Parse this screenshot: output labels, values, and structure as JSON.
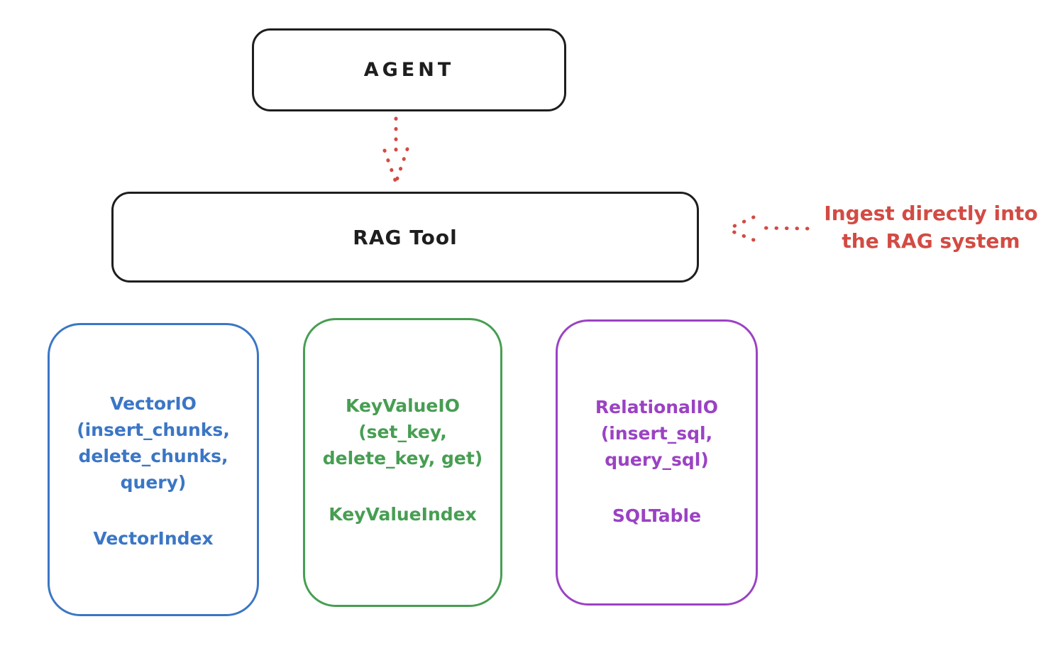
{
  "diagram": {
    "background": "#ffffff",
    "agent": {
      "label": "AGENT"
    },
    "rag_tool": {
      "label": "RAG Tool"
    },
    "annotation": {
      "line1": "Ingest directly into",
      "line2": "the RAG system"
    },
    "arrows": [
      {
        "name": "agent-to-rag-arrow",
        "style": "dotted",
        "direction": "down",
        "color": "#d24b43"
      },
      {
        "name": "ingest-arrow",
        "style": "dotted",
        "direction": "left",
        "color": "#d24b43"
      }
    ],
    "stores": [
      {
        "id": "vector-io",
        "color": "#3b76c5",
        "lines": [
          "VectorIO",
          "(insert_chunks,",
          "delete_chunks,",
          "query)"
        ],
        "index_label": "VectorIndex"
      },
      {
        "id": "keyvalue-io",
        "color": "#479e52",
        "lines": [
          "KeyValueIO",
          "(set_key,",
          "delete_key, get)"
        ],
        "index_label": "KeyValueIndex"
      },
      {
        "id": "relational-io",
        "color": "#9b42c3",
        "lines": [
          "RelationalIO",
          "(insert_sql,",
          "query_sql)"
        ],
        "index_label": "SQLTable"
      }
    ],
    "colors": {
      "ink": "#1e1e1e",
      "red": "#d24b43",
      "blue": "#3b76c5",
      "green": "#479e52",
      "purple": "#9b42c3"
    }
  }
}
